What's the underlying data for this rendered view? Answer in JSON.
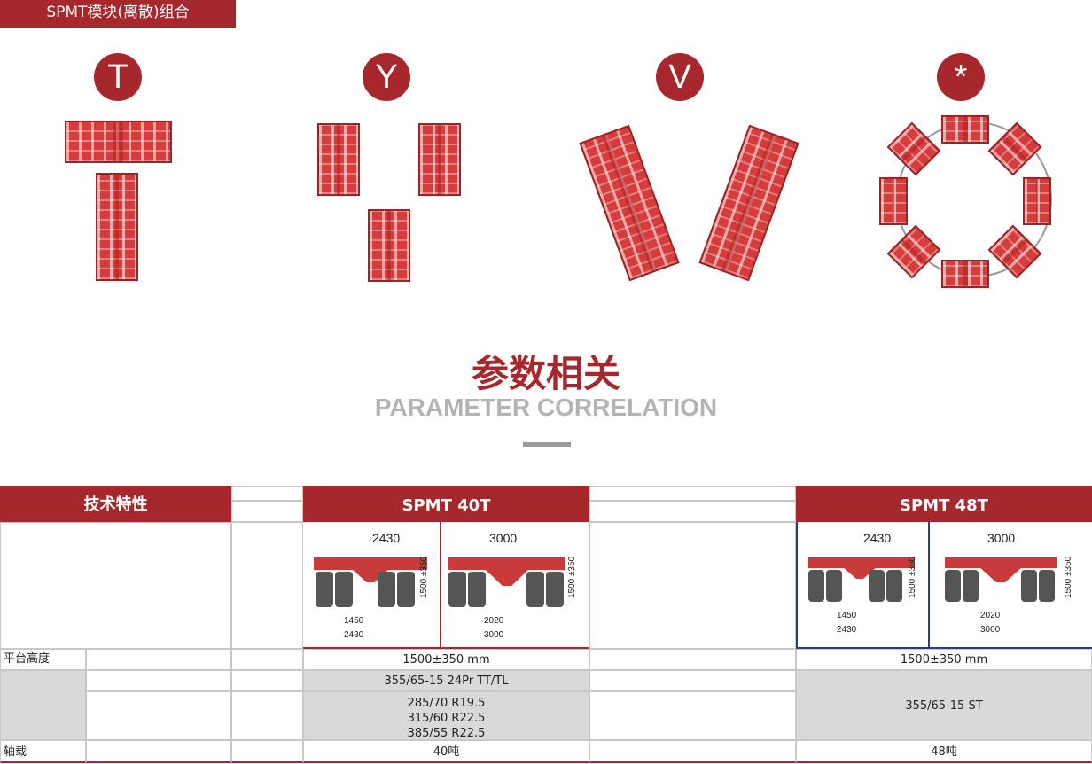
{
  "header": {
    "tab_label": "SPMT模块(离散)组合"
  },
  "combos": [
    {
      "letter": "T"
    },
    {
      "letter": "Y"
    },
    {
      "letter": "V"
    },
    {
      "letter": "*"
    }
  ],
  "section": {
    "title_cn": "参数相关",
    "title_en": "PARAMETER CORRELATION"
  },
  "table": {
    "col_header": "技术特性",
    "models": [
      {
        "name": "SPMT 40T",
        "diagrams": [
          {
            "width_top": "2430",
            "height": "1500 ±350",
            "inner": "1450",
            "outer": "2430"
          },
          {
            "width_top": "3000",
            "height": "1500 ±350",
            "inner": "2020",
            "outer": "3000"
          }
        ]
      },
      {
        "name": "SPMT 48T",
        "diagrams": [
          {
            "width_top": "2430",
            "height": "1500 ±350",
            "inner": "1450",
            "outer": "2430"
          },
          {
            "width_top": "3000",
            "height": "1500 ±350",
            "inner": "2020",
            "outer": "3000"
          }
        ]
      }
    ],
    "rows": {
      "platform_height": {
        "label": "平台高度",
        "v40": "1500±350 mm",
        "v48": "1500±350 mm"
      },
      "tires": {
        "v40_a": "355/65-15 24Pr TT/TL",
        "v40_b": [
          "285/70 R19.5",
          "315/60 R22.5",
          "385/55 R22.5"
        ],
        "v48": "355/65-15 ST"
      },
      "axle_load": {
        "label": "轴载",
        "v40": "40吨",
        "v48": "48吨"
      }
    }
  },
  "colors": {
    "brand_red": "#a6282c",
    "module_red": "#d63c3c",
    "gray": "#d9d9d9"
  }
}
